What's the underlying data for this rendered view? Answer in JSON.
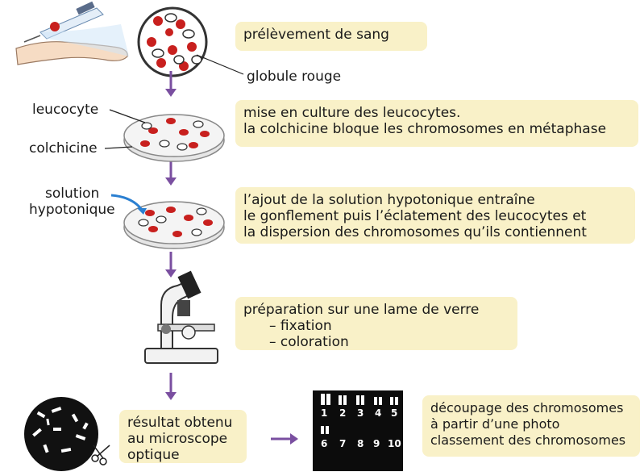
{
  "steps": {
    "s1": {
      "line1": "prélèvement de sang"
    },
    "s2": {
      "line1": "mise en culture des leucocytes.",
      "line2": "la colchicine bloque les chromosomes en métaphase"
    },
    "s3": {
      "line1": "l’ajout de la solution hypotonique entraîne",
      "line2": "le gonflement puis l’éclatement des leucocytes et",
      "line3": "la dispersion des chromosomes qu’ils contiennent"
    },
    "s4": {
      "line1": "préparation sur une lame de verre",
      "line2": "– fixation",
      "line3": "– coloration"
    },
    "s5": {
      "line1": "résultat obtenu",
      "line2": "au microscope",
      "line3": "optique"
    },
    "s6": {
      "line1": "découpage des chromosomes",
      "line2": "à partir d’une photo",
      "line3": "classement des chromosomes"
    }
  },
  "labels": {
    "globule_rouge": "globule rouge",
    "leucocyte": "leucocyte",
    "colchicine": "colchicine",
    "solution": "solution",
    "hypotonique": "hypotonique"
  },
  "karyotype": {
    "numbers": [
      "1",
      "2",
      "3",
      "4",
      "5",
      "6",
      "7",
      "8",
      "9",
      "10"
    ]
  },
  "colors": {
    "box": "#f9f1c8",
    "arrow": "#7a4fa0",
    "red_cell": "#c8201e",
    "dish": "#e6e6e6"
  }
}
